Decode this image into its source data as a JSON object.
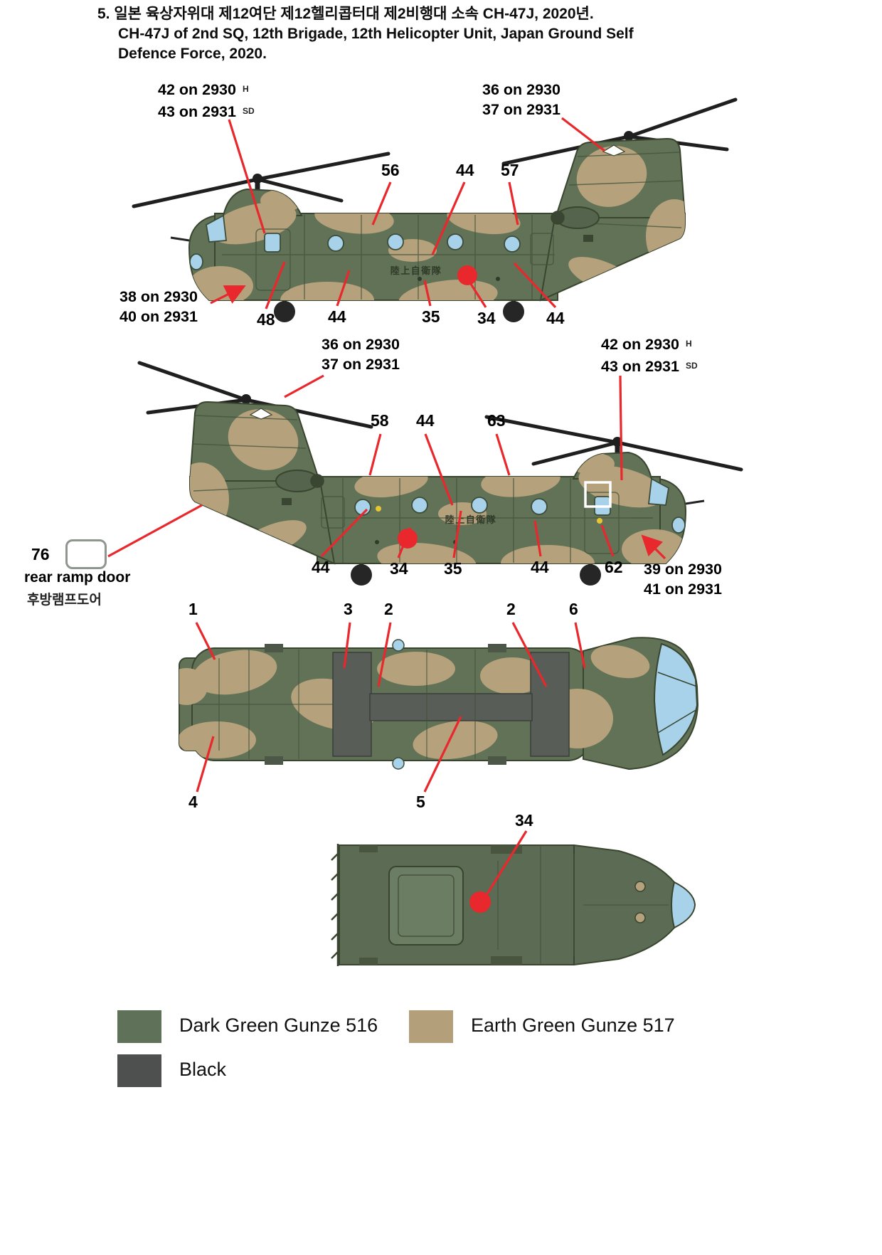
{
  "header": {
    "line1": "5. 일본 육상자위대 제12여단 제12헬리콥터대 제2비행대 소속 CH-47J, 2020년.",
    "line2": "CH-47J of 2nd SQ, 12th Brigade, 12th Helicopter Unit, Japan Ground Self",
    "line3": "Defence Force, 2020."
  },
  "view1": {
    "label_42_43": {
      "line1": "42 on 2930",
      "suffix1": "H",
      "line2": "43 on 2931",
      "suffix2": "SD"
    },
    "label_36_37": {
      "line1": "36 on 2930",
      "line2": "37 on 2931"
    },
    "n56": "56",
    "n44_top": "44",
    "n57": "57",
    "label_38_40": {
      "line1": "38 on 2930",
      "line2": "40 on 2931"
    },
    "n48": "48",
    "n44_left": "44",
    "n35": "35",
    "n34": "34",
    "n44_right": "44",
    "fuselage_text": "陸上自衛隊"
  },
  "view2": {
    "label_36_37": {
      "line1": "36 on 2930",
      "line2": "37 on 2931"
    },
    "label_42_43": {
      "line1": "42 on 2930",
      "suffix1": "H",
      "line2": "43 on 2931",
      "suffix2": "SD"
    },
    "n58": "58",
    "n44_top": "44",
    "n63": "63",
    "n76": "76",
    "ramp_door_label_en": "rear ramp door",
    "ramp_door_label_ko": "후방램프도어",
    "n44_left": "44",
    "n34": "34",
    "n35": "35",
    "n44_right": "44",
    "n62": "62",
    "label_39_41": {
      "line1": "39 on 2930",
      "line2": "41 on 2931"
    },
    "fuselage_text": "陸上自衛隊"
  },
  "view3": {
    "n1": "1",
    "n3": "3",
    "n2_left": "2",
    "n2_right": "2",
    "n6": "6",
    "n4": "4",
    "n5": "5"
  },
  "view4": {
    "n34": "34"
  },
  "legend": {
    "items": [
      {
        "label": "Dark Green Gunze 516",
        "color": "#5f7158"
      },
      {
        "label": "Earth Green Gunze 517",
        "color": "#b3a07a"
      },
      {
        "label": "Black",
        "color": "#4e504f"
      }
    ]
  },
  "colors": {
    "leader_line": "#e8282c",
    "roundel": "#e8282c",
    "glazing": "#a8d2ea"
  }
}
